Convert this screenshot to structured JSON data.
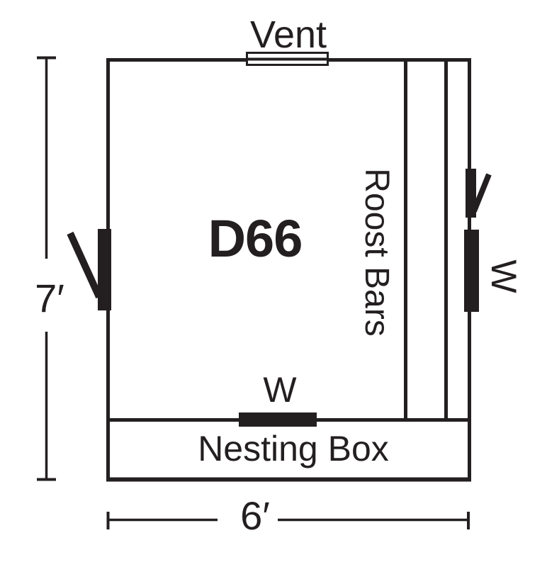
{
  "colors": {
    "ink": "#231f20",
    "background": "#ffffff"
  },
  "plan": {
    "model": "D66",
    "vent_label": "Vent",
    "roost_bars_label": "Roost Bars",
    "nesting_box_label": "Nesting Box",
    "bottom_window_label": "W",
    "right_window_label": "W",
    "height_dimension": "7′",
    "width_dimension": "6′"
  }
}
